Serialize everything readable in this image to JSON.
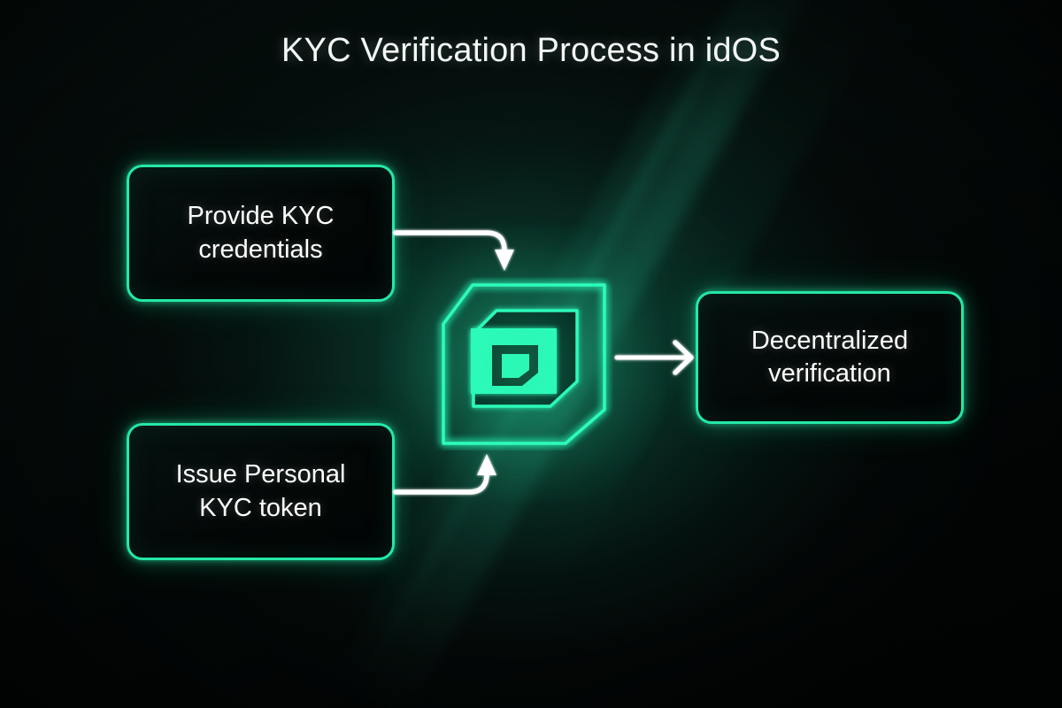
{
  "title": "KYC Verification Process in idOS",
  "theme": {
    "accent": "#25E8A6",
    "accent_bright": "#2FFFBE",
    "text": "#FFFFFF",
    "background": "#040606",
    "arrow": "#FFFFFF"
  },
  "nodes": [
    {
      "id": "provide",
      "label": "Provide KYC\ncredentials",
      "line1": "Provide KYC",
      "line2": "credentials"
    },
    {
      "id": "issue",
      "label": "Issue Personal\nKYC token",
      "line1": "Issue Personal",
      "line2": "KYC token"
    },
    {
      "id": "decentral",
      "label": "Decentralized\nverification",
      "line1": "Decentralized",
      "line2": "verification"
    }
  ],
  "center": {
    "name": "idos-logo",
    "description": "idOS octagonal logo with nested square glyph"
  },
  "arrows": [
    {
      "id": "provide-to-logo",
      "from": "provide",
      "to": "idos-logo",
      "direction": "down"
    },
    {
      "id": "issue-to-logo",
      "from": "issue",
      "to": "idos-logo",
      "direction": "up"
    },
    {
      "id": "logo-to-decentral",
      "from": "idos-logo",
      "to": "decentral",
      "direction": "right"
    }
  ]
}
